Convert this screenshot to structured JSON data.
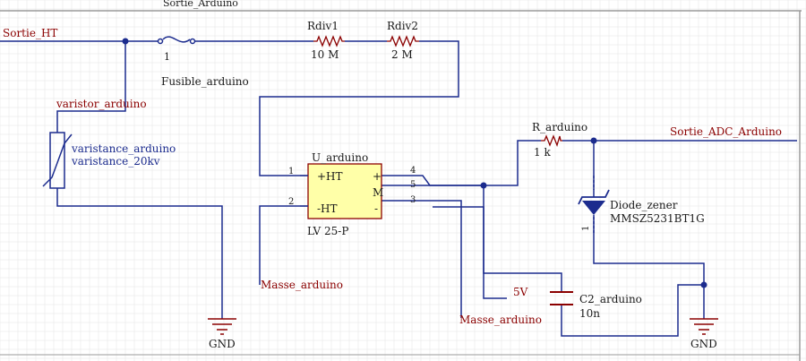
{
  "sheet_header": "Sortie_Arduino",
  "nets": {
    "sortie_ht": "Sortie_HT",
    "sortie_adc": "Sortie_ADC_Arduino",
    "masse_1": "Masse_arduino",
    "masse_2": "Masse_arduino",
    "five_volt": "5V",
    "gnd_1": "GND",
    "gnd_2": "GND"
  },
  "components": {
    "fuse": {
      "designator": "Fusible_arduino",
      "pin": "1"
    },
    "rdiv1": {
      "designator": "Rdiv1",
      "value": "10 M"
    },
    "rdiv2": {
      "designator": "Rdiv2",
      "value": "2 M"
    },
    "varistor": {
      "designator": "varistor_arduino",
      "comment": "varistance_arduino",
      "value": "varistance_20kv"
    },
    "sensor": {
      "designator": "U_arduino",
      "part": "LV 25-P",
      "pins_left": [
        "1",
        "2"
      ],
      "pins_right": [
        "4",
        "5",
        "3"
      ],
      "labels": {
        "hp": "+HT",
        "hm": "-HT",
        "plus": "+",
        "m": "M",
        "minus": "-"
      }
    },
    "r_arduino": {
      "designator": "R_arduino",
      "value": "1 k"
    },
    "zener": {
      "designator": "Diode_zener",
      "value": "MMSZ5231BT1G",
      "pin": "1"
    },
    "cap": {
      "designator": "C2_arduino",
      "value": "10n"
    }
  },
  "colors": {
    "background": "#ffffff",
    "grid": "#e6e6e6",
    "wire": "#1c2c8e",
    "net_label": "#8b0000",
    "component_body": "#ffffa8",
    "component_border": "#8b0000",
    "junction": "#1c2c8e"
  }
}
